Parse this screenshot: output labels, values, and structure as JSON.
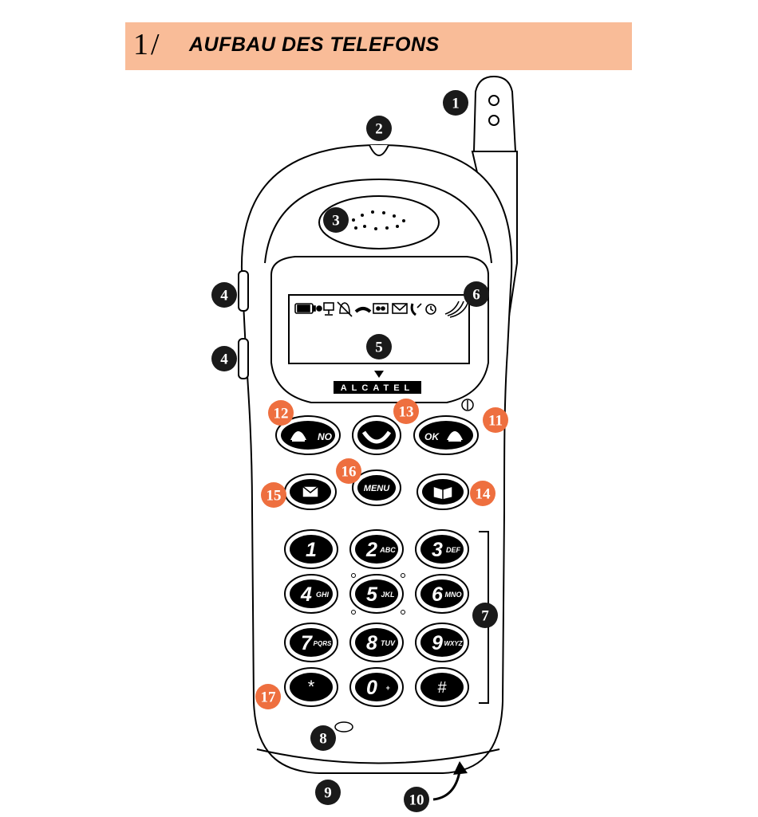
{
  "header": {
    "section_number": "1/",
    "title": "AUFBAU DES TELEFONS",
    "background": "#f9bc98"
  },
  "brand": {
    "logo_text": "ALCATEL"
  },
  "keys": {
    "no_label": "NO",
    "ok_label": "OK",
    "menu_label": "MENU",
    "numpad": [
      {
        "digit": "1",
        "letters": ""
      },
      {
        "digit": "2",
        "letters": "ABC"
      },
      {
        "digit": "3",
        "letters": "DEF"
      },
      {
        "digit": "4",
        "letters": "GHI"
      },
      {
        "digit": "5",
        "letters": "JKL"
      },
      {
        "digit": "6",
        "letters": "MNO"
      },
      {
        "digit": "7",
        "letters": "PQRS"
      },
      {
        "digit": "8",
        "letters": "TUV"
      },
      {
        "digit": "9",
        "letters": "WXYZ"
      },
      {
        "digit": "*",
        "letters": ""
      },
      {
        "digit": "0",
        "letters": "+"
      },
      {
        "digit": "#",
        "letters": ""
      }
    ]
  },
  "display_icons": [
    "battery-icon",
    "computer-icon",
    "bell-off-icon",
    "handset-icon",
    "voicemail-icon",
    "envelope-icon",
    "call-forward-icon",
    "clock-icon",
    "signal-icon"
  ],
  "callout_colors": {
    "black": "#1a1a1a",
    "orange": "#ee6f3f"
  },
  "callouts": [
    {
      "n": "1",
      "color": "black"
    },
    {
      "n": "2",
      "color": "black"
    },
    {
      "n": "3",
      "color": "black"
    },
    {
      "n": "4",
      "color": "black"
    },
    {
      "n": "4",
      "color": "black"
    },
    {
      "n": "5",
      "color": "black"
    },
    {
      "n": "6",
      "color": "black"
    },
    {
      "n": "7",
      "color": "black"
    },
    {
      "n": "8",
      "color": "black"
    },
    {
      "n": "9",
      "color": "black"
    },
    {
      "n": "10",
      "color": "black"
    },
    {
      "n": "11",
      "color": "orange"
    },
    {
      "n": "12",
      "color": "orange"
    },
    {
      "n": "13",
      "color": "orange"
    },
    {
      "n": "14",
      "color": "orange"
    },
    {
      "n": "15",
      "color": "orange"
    },
    {
      "n": "16",
      "color": "orange"
    },
    {
      "n": "17",
      "color": "orange"
    }
  ]
}
